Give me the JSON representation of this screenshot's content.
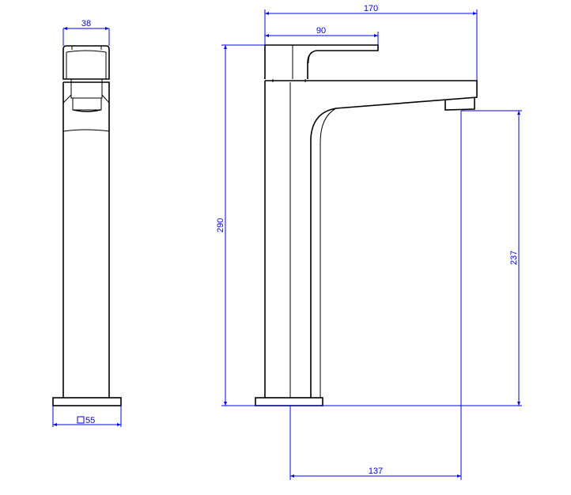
{
  "drawing": {
    "side_view": {
      "width_label": "38",
      "base_label": "55",
      "base_symbol": "square"
    },
    "front_view": {
      "overall_length_label": "170",
      "handle_length_label": "90",
      "overall_height_label": "290",
      "spout_height_label": "237",
      "spout_reach_label": "137"
    },
    "colors": {
      "outline": "#000000",
      "dimension": "#0000ff"
    }
  }
}
